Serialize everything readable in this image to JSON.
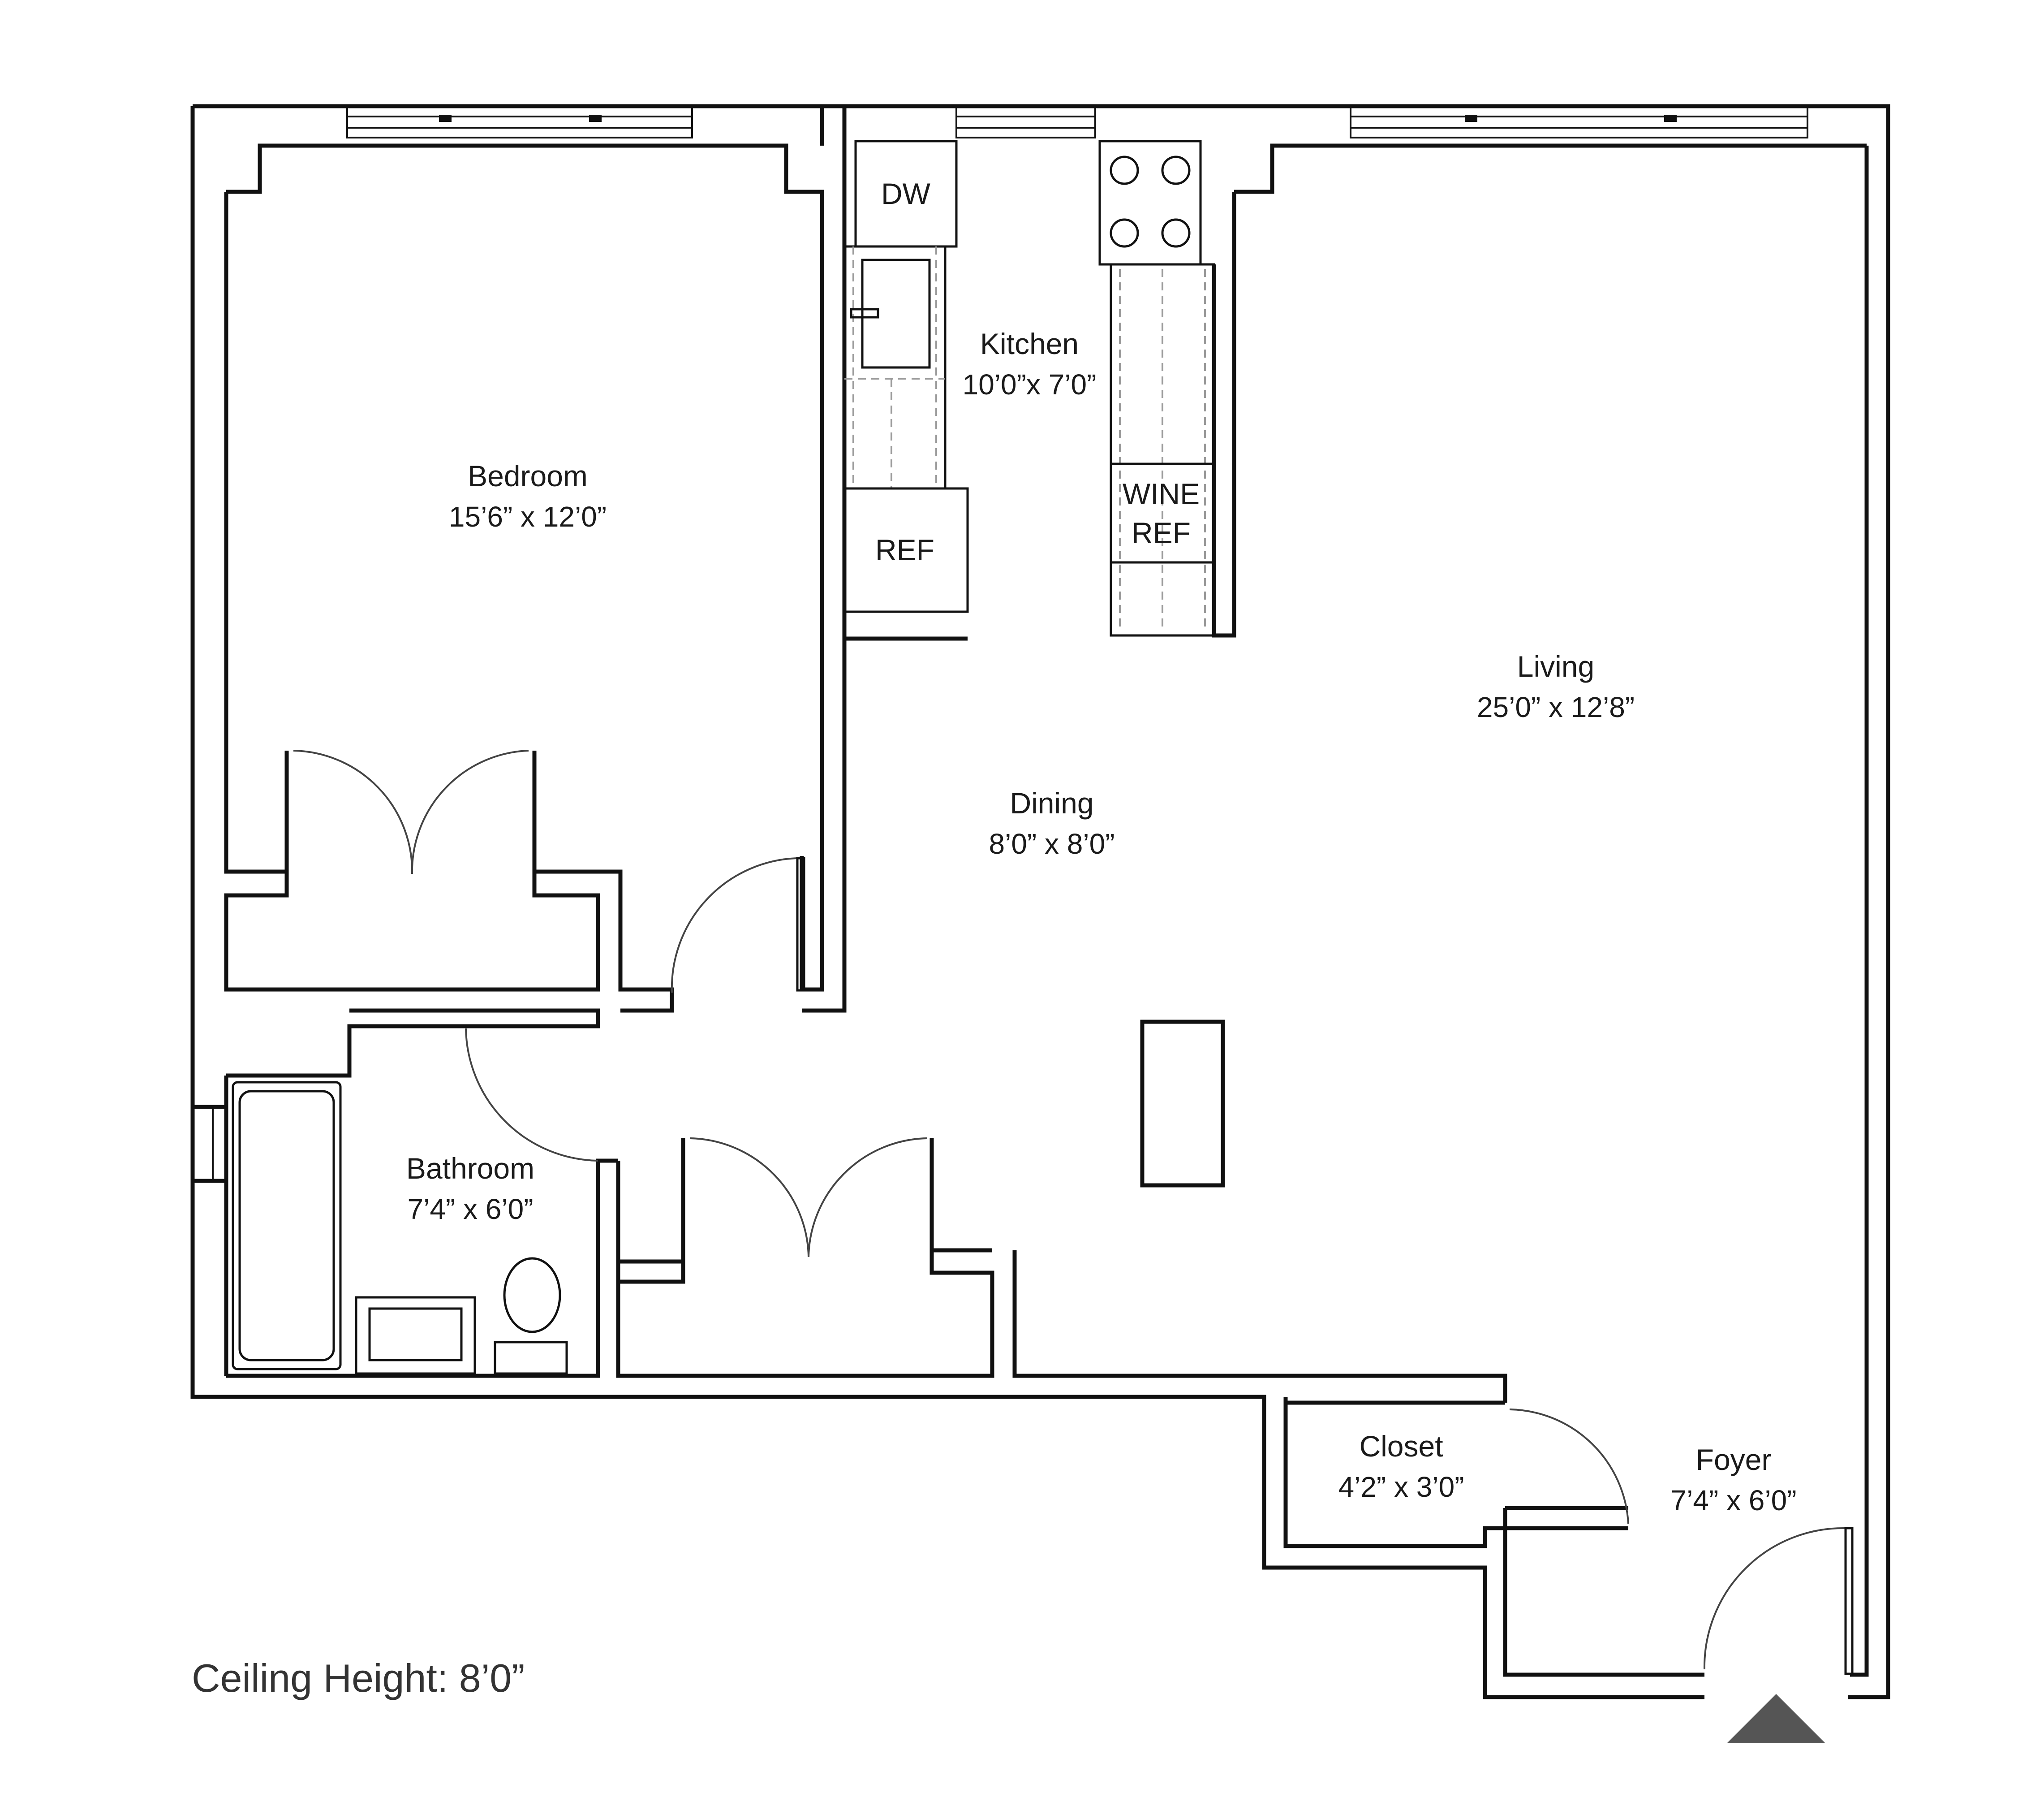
{
  "rooms": {
    "bedroom": {
      "name": "Bedroom",
      "dims": "15’6” x 12’0”"
    },
    "kitchen": {
      "name": "Kitchen",
      "dims": "10’0”x 7’0”"
    },
    "dining": {
      "name": "Dining",
      "dims": "8’0” x 8’0”"
    },
    "living": {
      "name": "Living",
      "dims": "25’0” x 12’8”"
    },
    "bathroom": {
      "name": "Bathroom",
      "dims": "7’4” x 6’0”"
    },
    "closet": {
      "name": "Closet",
      "dims": "4’2” x 3’0”"
    },
    "foyer": {
      "name": "Foyer",
      "dims": "7’4” x 6’0”"
    }
  },
  "appliances": {
    "dishwasher": "DW",
    "refrigerator": "REF",
    "wine_fridge_line1": "WINE",
    "wine_fridge_line2": "REF"
  },
  "notes": {
    "ceiling": "Ceiling Height: 8’0”"
  },
  "colors": {
    "wall": "#111111",
    "entry_marker": "#555555"
  }
}
